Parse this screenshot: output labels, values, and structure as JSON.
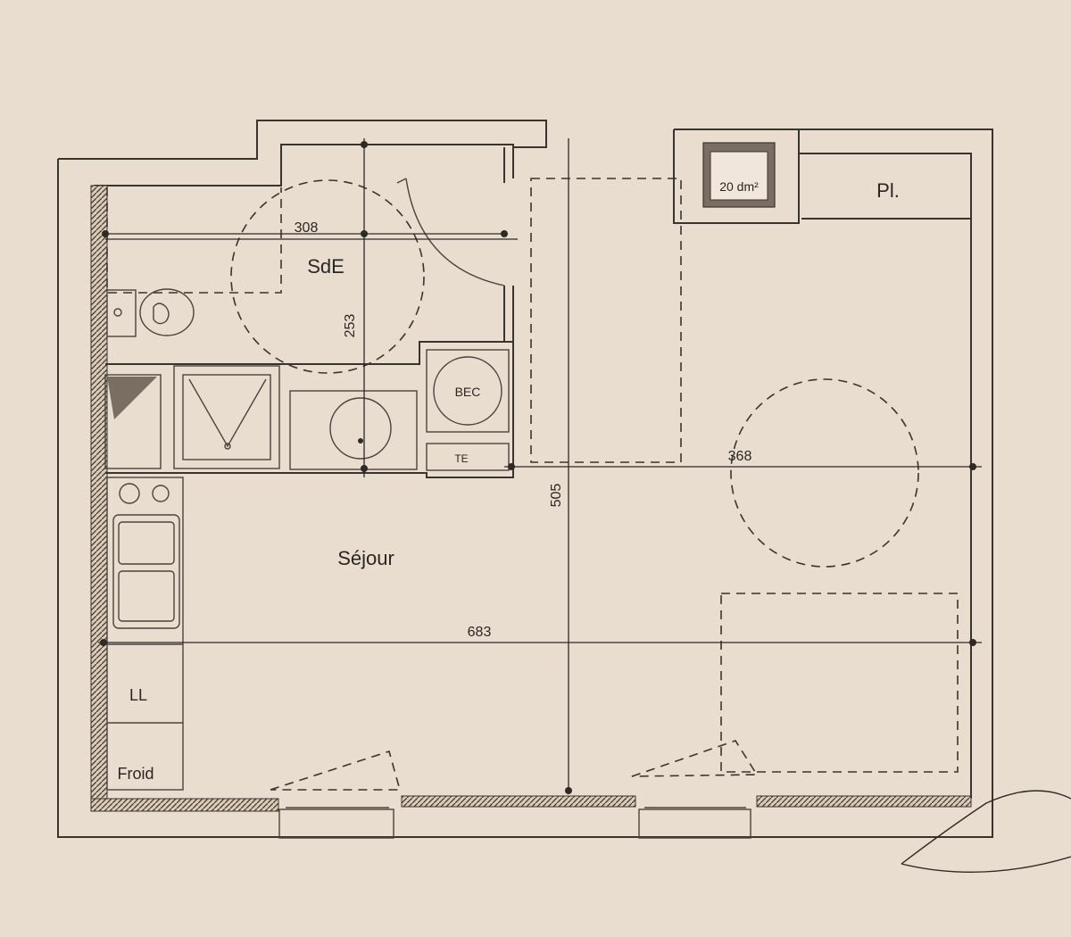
{
  "rooms": {
    "bathroom": "SdE",
    "living_room": "Séjour",
    "storage": "Pl.",
    "water_heater": "BEC",
    "utility": "TE",
    "washing_machine": "LL",
    "fridge": "Froid"
  },
  "duct": {
    "area_label": "20 dm²"
  },
  "dimensions": {
    "bathroom_width": "308",
    "bathroom_height": "253",
    "living_width": "368",
    "total_height": "505",
    "total_width": "683"
  },
  "colors": {
    "paper": "#e9ddd0",
    "ink": "#2e2a26"
  }
}
